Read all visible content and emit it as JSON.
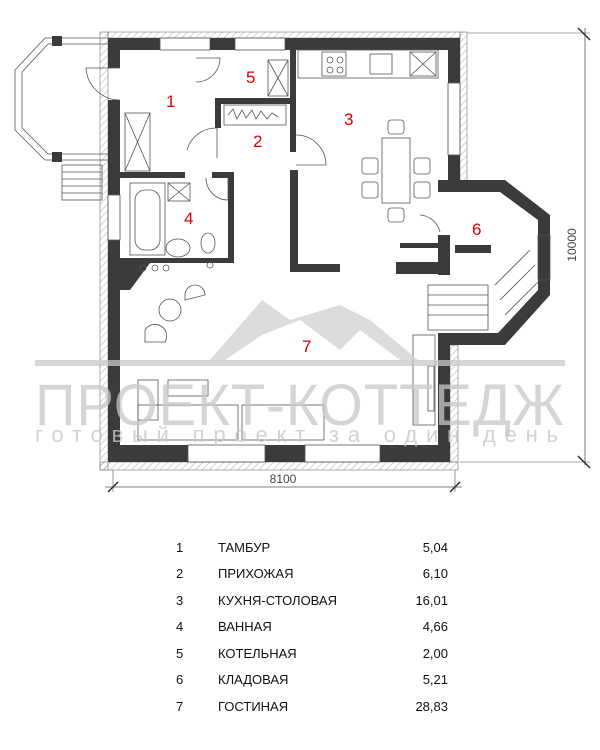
{
  "plan": {
    "room_numbers": [
      "1",
      "2",
      "3",
      "4",
      "5",
      "6",
      "7"
    ],
    "dimension_width": "8100",
    "dimension_height": "10000",
    "watermark": {
      "title": "ПРОЕКТ-КОТТЕДЖ",
      "subtitle": "готовый проект за один день"
    }
  },
  "rooms": [
    {
      "num": "1",
      "name": "ТАМБУР",
      "area": "5,04"
    },
    {
      "num": "2",
      "name": "ПРИХОЖАЯ",
      "area": "6,10"
    },
    {
      "num": "3",
      "name": "КУХНЯ-СТОЛОВАЯ",
      "area": "16,01"
    },
    {
      "num": "4",
      "name": "ВАННАЯ",
      "area": "4,66"
    },
    {
      "num": "5",
      "name": "КОТЕЛЬНАЯ",
      "area": "2,00"
    },
    {
      "num": "6",
      "name": "КЛАДОВАЯ",
      "area": "5,21"
    },
    {
      "num": "7",
      "name": "ГОСТИНАЯ",
      "area": "28,83"
    }
  ],
  "colors": {
    "wall": "#3b3b3b",
    "label": "#e00000"
  }
}
